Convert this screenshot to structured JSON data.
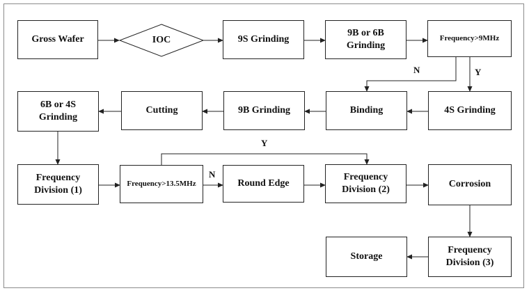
{
  "diagram": {
    "nodes": {
      "gross_wafer": "Gross Wafer",
      "ioc": "IOC",
      "grinding_9s": "9S Grinding",
      "grinding_9b_or_6b": "9B or 6B Grinding",
      "freq_9mhz": "Frequency>9MHz",
      "grinding_4s": "4S Grinding",
      "binding": "Binding",
      "grinding_9b": "9B Grinding",
      "cutting": "Cutting",
      "grinding_6b_or_4s": "6B or 4S Grinding",
      "freq_division_1": "Frequency Division (1)",
      "freq_13_5mhz": "Frequency>13.5MHz",
      "round_edge": "Round Edge",
      "freq_division_2": "Frequency Division (2)",
      "corrosion": "Corrosion",
      "freq_division_3": "Frequency Division (3)",
      "storage": "Storage"
    },
    "labels": {
      "yes": "Y",
      "no": "N"
    },
    "colors": {
      "stroke": "#222222",
      "frame": "#8a8a8a",
      "text": "#111111"
    }
  }
}
